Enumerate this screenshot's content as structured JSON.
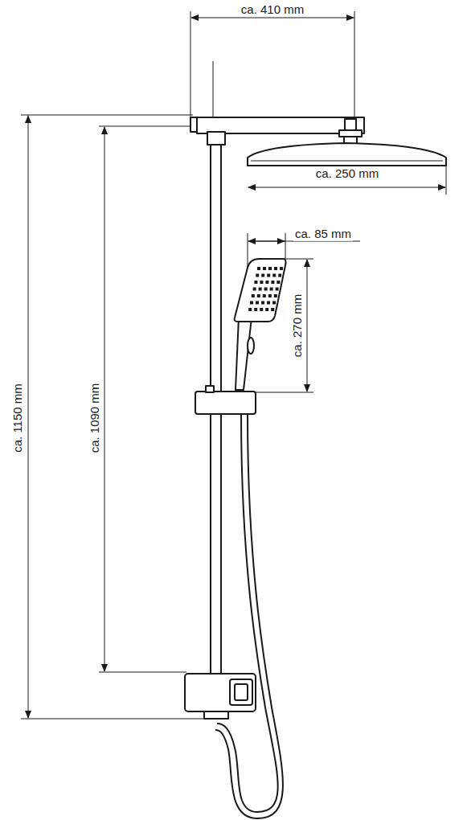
{
  "diagram": {
    "labels": [
      "ca. 410 mm",
      "ca. 250 mm",
      "ca. 85 mm",
      "ca. 270 mm",
      "ca. 1090 mm",
      "ca. 1150 mm"
    ]
  }
}
